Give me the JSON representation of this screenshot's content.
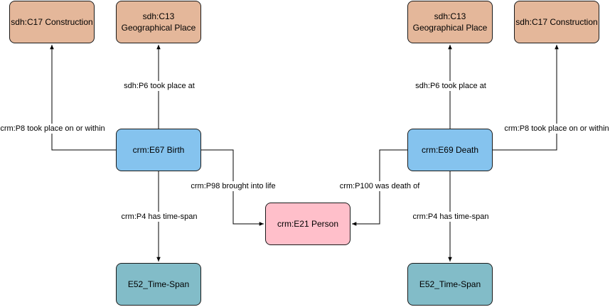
{
  "nodes": {
    "c17_left": "sdh:C17 Construction",
    "c13_left": "sdh:C13\nGeographical Place",
    "c13_right": "sdh:C13\nGeographical Place",
    "c17_right": "sdh:C17 Construction",
    "birth": "crm:E67 Birth",
    "death": "crm:E69 Death",
    "person": "crm:E21 Person",
    "timespan_left": "E52_Time-Span",
    "timespan_right": "E52_Time-Span"
  },
  "edges": {
    "birth_place": "sdh:P6 took place at",
    "birth_within": "crm:P8 took place on or within",
    "birth_timespan": "crm:P4 has time-span",
    "birth_person": "crm:P98 brought into life",
    "death_place": "sdh:P6 took place at",
    "death_within": "crm:P8 took place on or within",
    "death_timespan": "crm:P4 has time-span",
    "death_person": "crm:P100 was death of"
  },
  "colors": {
    "construction_place": "#e4b79a",
    "event": "#85c3ee",
    "person": "#ffbfca",
    "timespan": "#82bcc8",
    "edge": "#000000"
  }
}
